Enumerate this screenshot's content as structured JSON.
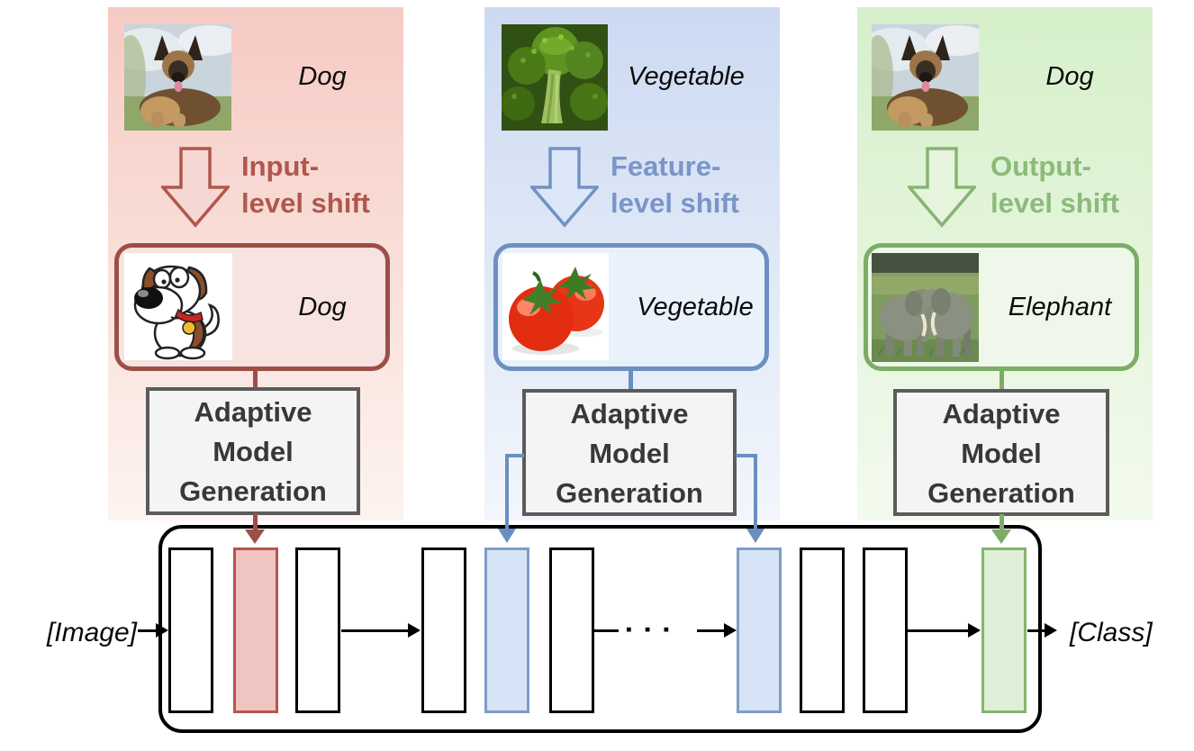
{
  "columns": [
    {
      "id": "input-level",
      "source_image_icon": "german-shepherd-dog-photo",
      "source_label": "Dog",
      "shift_lines": [
        "Input-",
        "level shift"
      ],
      "shifted_image_icon": "cartoon-dog-drawing",
      "shifted_label": "Dog",
      "accent_color": "#9d4f47",
      "shift_text_color": "#b0574e"
    },
    {
      "id": "feature-level",
      "source_image_icon": "broccoli-photo",
      "source_label": "Vegetable",
      "shift_lines": [
        "Feature-",
        "level shift"
      ],
      "shifted_image_icon": "tomatoes-photo",
      "shifted_label": "Vegetable",
      "accent_color": "#6c8ebf",
      "shift_text_color": "#7b95c9"
    },
    {
      "id": "output-level",
      "source_image_icon": "german-shepherd-dog-photo",
      "source_label": "Dog",
      "shift_lines": [
        "Output-",
        "level shift"
      ],
      "shifted_image_icon": "elephants-photo",
      "shifted_label": "Elephant",
      "accent_color": "#7cad67",
      "shift_text_color": "#8cba7a"
    }
  ],
  "amg_box": {
    "lines": [
      "Adaptive",
      "Model",
      "Generation"
    ]
  },
  "network": {
    "input_label": "[Image]",
    "output_label": "[Class]",
    "dots": "▪▪▪",
    "layers": [
      "plain",
      "input",
      "plain",
      "plain",
      "feature",
      "plain",
      "feature",
      "plain",
      "plain",
      "output"
    ],
    "layer_colors": {
      "input": "#f0c4c0",
      "feature": "#d7e4f7",
      "output": "#def0d8",
      "plain": "#ffffff"
    }
  }
}
